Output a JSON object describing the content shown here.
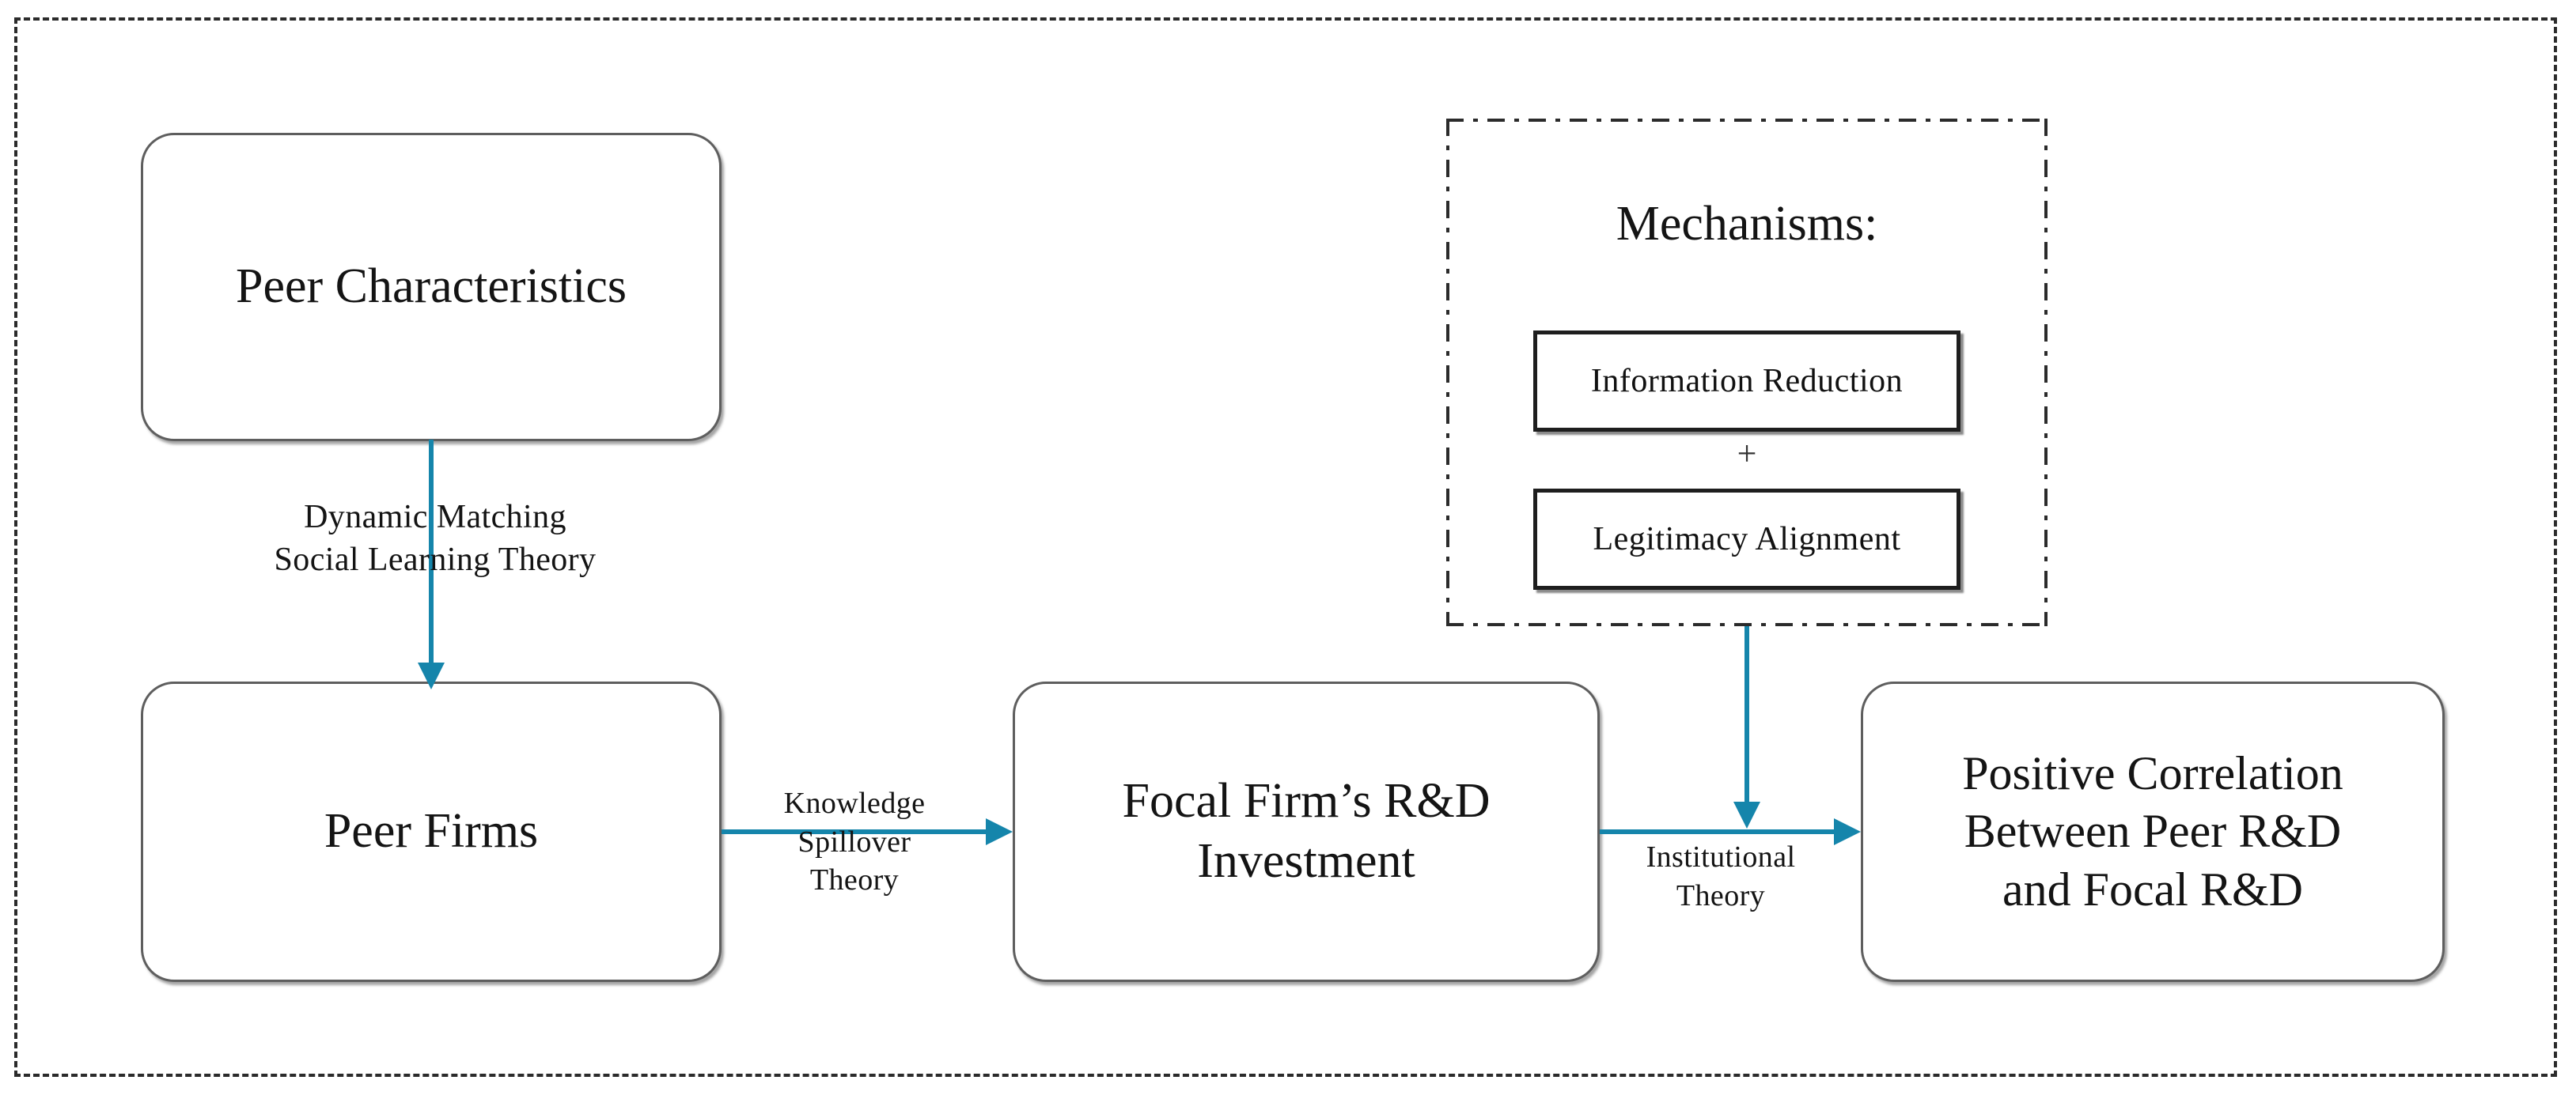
{
  "diagram": {
    "nodes": {
      "peer_characteristics": "Peer Characteristics",
      "peer_firms": "Peer Firms",
      "focal_firm_line1": "Focal Firm’s R&D",
      "focal_firm_line2": "Investment",
      "outcome_line1": "Positive Correlation",
      "outcome_line2": "Between Peer R&D",
      "outcome_line3": "and Focal R&D"
    },
    "mechanisms": {
      "title": "Mechanisms:",
      "item_1": "Information  Reduction",
      "operator": "+",
      "item_2": "Legitimacy  Alignment"
    },
    "edge_labels": {
      "peer_characteristics_to_peer_firms_line1": "Dynamic  Matching",
      "peer_characteristics_to_peer_firms_line2": "Social Learning  Theory",
      "peer_firms_to_focal_firm_line1": "Knowledge",
      "peer_firms_to_focal_firm_line2": "Spillover",
      "peer_firms_to_focal_firm_line3": "Theory",
      "focal_firm_to_outcome_line1": "Institutional",
      "focal_firm_to_outcome_line2": "Theory"
    },
    "colors": {
      "arrow": "#1585ab",
      "node_border": "#5e5e5e",
      "frame_border": "#2b2b2b",
      "mechanism_border": "#1e1e1e",
      "background": "#ffffff"
    }
  }
}
